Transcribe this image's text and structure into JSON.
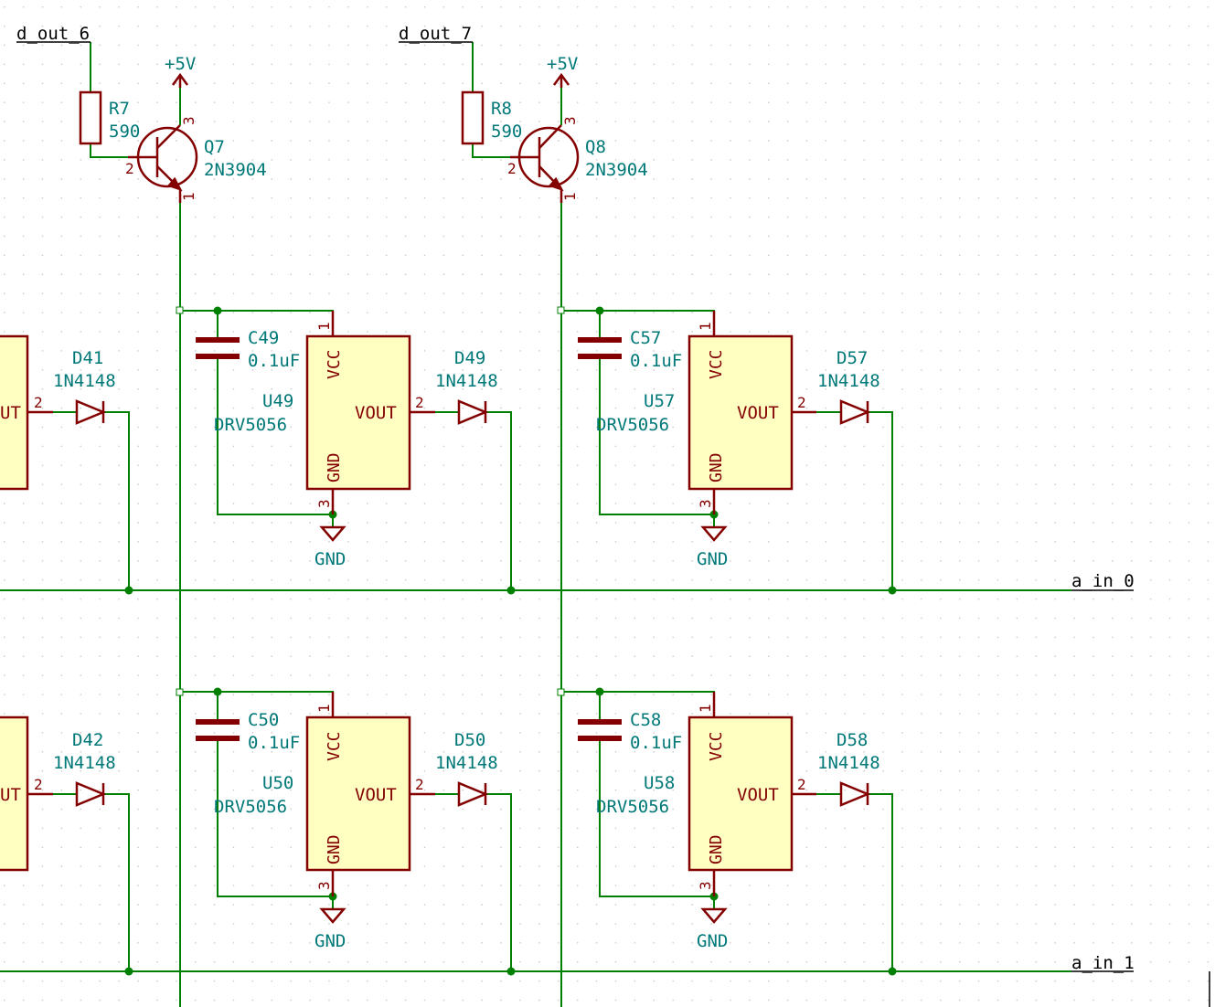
{
  "colors": {
    "background": "#ffffff",
    "grid_dot": "#c8c8c8",
    "wire": "#008000",
    "symbol": "#840000",
    "ic_fill": "#ffffc2",
    "text_teal": "#007878",
    "label_black": "#000000"
  },
  "net_labels": {
    "d_out_6": "d_out_6",
    "d_out_7": "d_out_7",
    "a_in_0": "a_in_0",
    "a_in_1": "a_in_1"
  },
  "power": {
    "plus5v": "+5V",
    "gnd": "GND"
  },
  "drivers": [
    {
      "r_ref": "R7",
      "r_val": "590",
      "q_ref": "Q7",
      "q_val": "2N3904"
    },
    {
      "r_ref": "R8",
      "r_val": "590",
      "q_ref": "Q8",
      "q_val": "2N3904"
    }
  ],
  "pins": {
    "p1": "1",
    "p2": "2",
    "p3": "3"
  },
  "ic_pins": {
    "vcc": "VCC",
    "vout": "VOUT",
    "gnd": "GND",
    "vout_partial": "UT"
  },
  "cells": [
    {
      "c_ref": "C49",
      "c_val": "0.1uF",
      "u_ref": "U49",
      "u_val": "DRV5056",
      "d_ref": "D49",
      "d_val": "1N4148"
    },
    {
      "c_ref": "C57",
      "c_val": "0.1uF",
      "u_ref": "U57",
      "u_val": "DRV5056",
      "d_ref": "D57",
      "d_val": "1N4148"
    },
    {
      "c_ref": "C50",
      "c_val": "0.1uF",
      "u_ref": "U50",
      "u_val": "DRV5056",
      "d_ref": "D50",
      "d_val": "1N4148"
    },
    {
      "c_ref": "C58",
      "c_val": "0.1uF",
      "u_ref": "U58",
      "u_val": "DRV5056",
      "d_ref": "D58",
      "d_val": "1N4148"
    }
  ],
  "partial_diodes": [
    {
      "d_ref": "D41",
      "d_val": "1N4148"
    },
    {
      "d_ref": "D42",
      "d_val": "1N4148"
    }
  ]
}
